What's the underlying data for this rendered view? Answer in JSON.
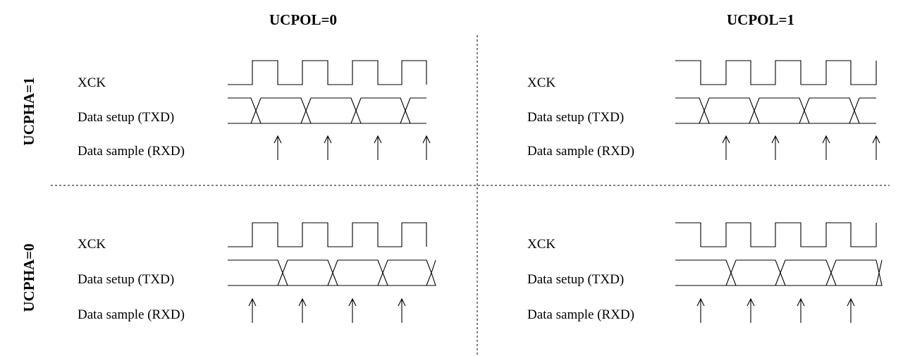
{
  "headers": {
    "col_left": "UCPOL=0",
    "col_right": "UCPOL=1",
    "row_top": "UCPHA=1",
    "row_bottom": "UCPHA=0"
  },
  "signals": {
    "clock": "XCK",
    "setup": "Data setup (TXD)",
    "sample": "Data sample (RXD)"
  },
  "panels": [
    {
      "id": "ucpol0-ucpha1",
      "ucpol": 0,
      "ucpha": 1
    },
    {
      "id": "ucpol1-ucpha1",
      "ucpol": 1,
      "ucpha": 1
    },
    {
      "id": "ucpol0-ucpha0",
      "ucpol": 0,
      "ucpha": 0
    },
    {
      "id": "ucpol1-ucpha0",
      "ucpol": 1,
      "ucpha": 0
    }
  ]
}
